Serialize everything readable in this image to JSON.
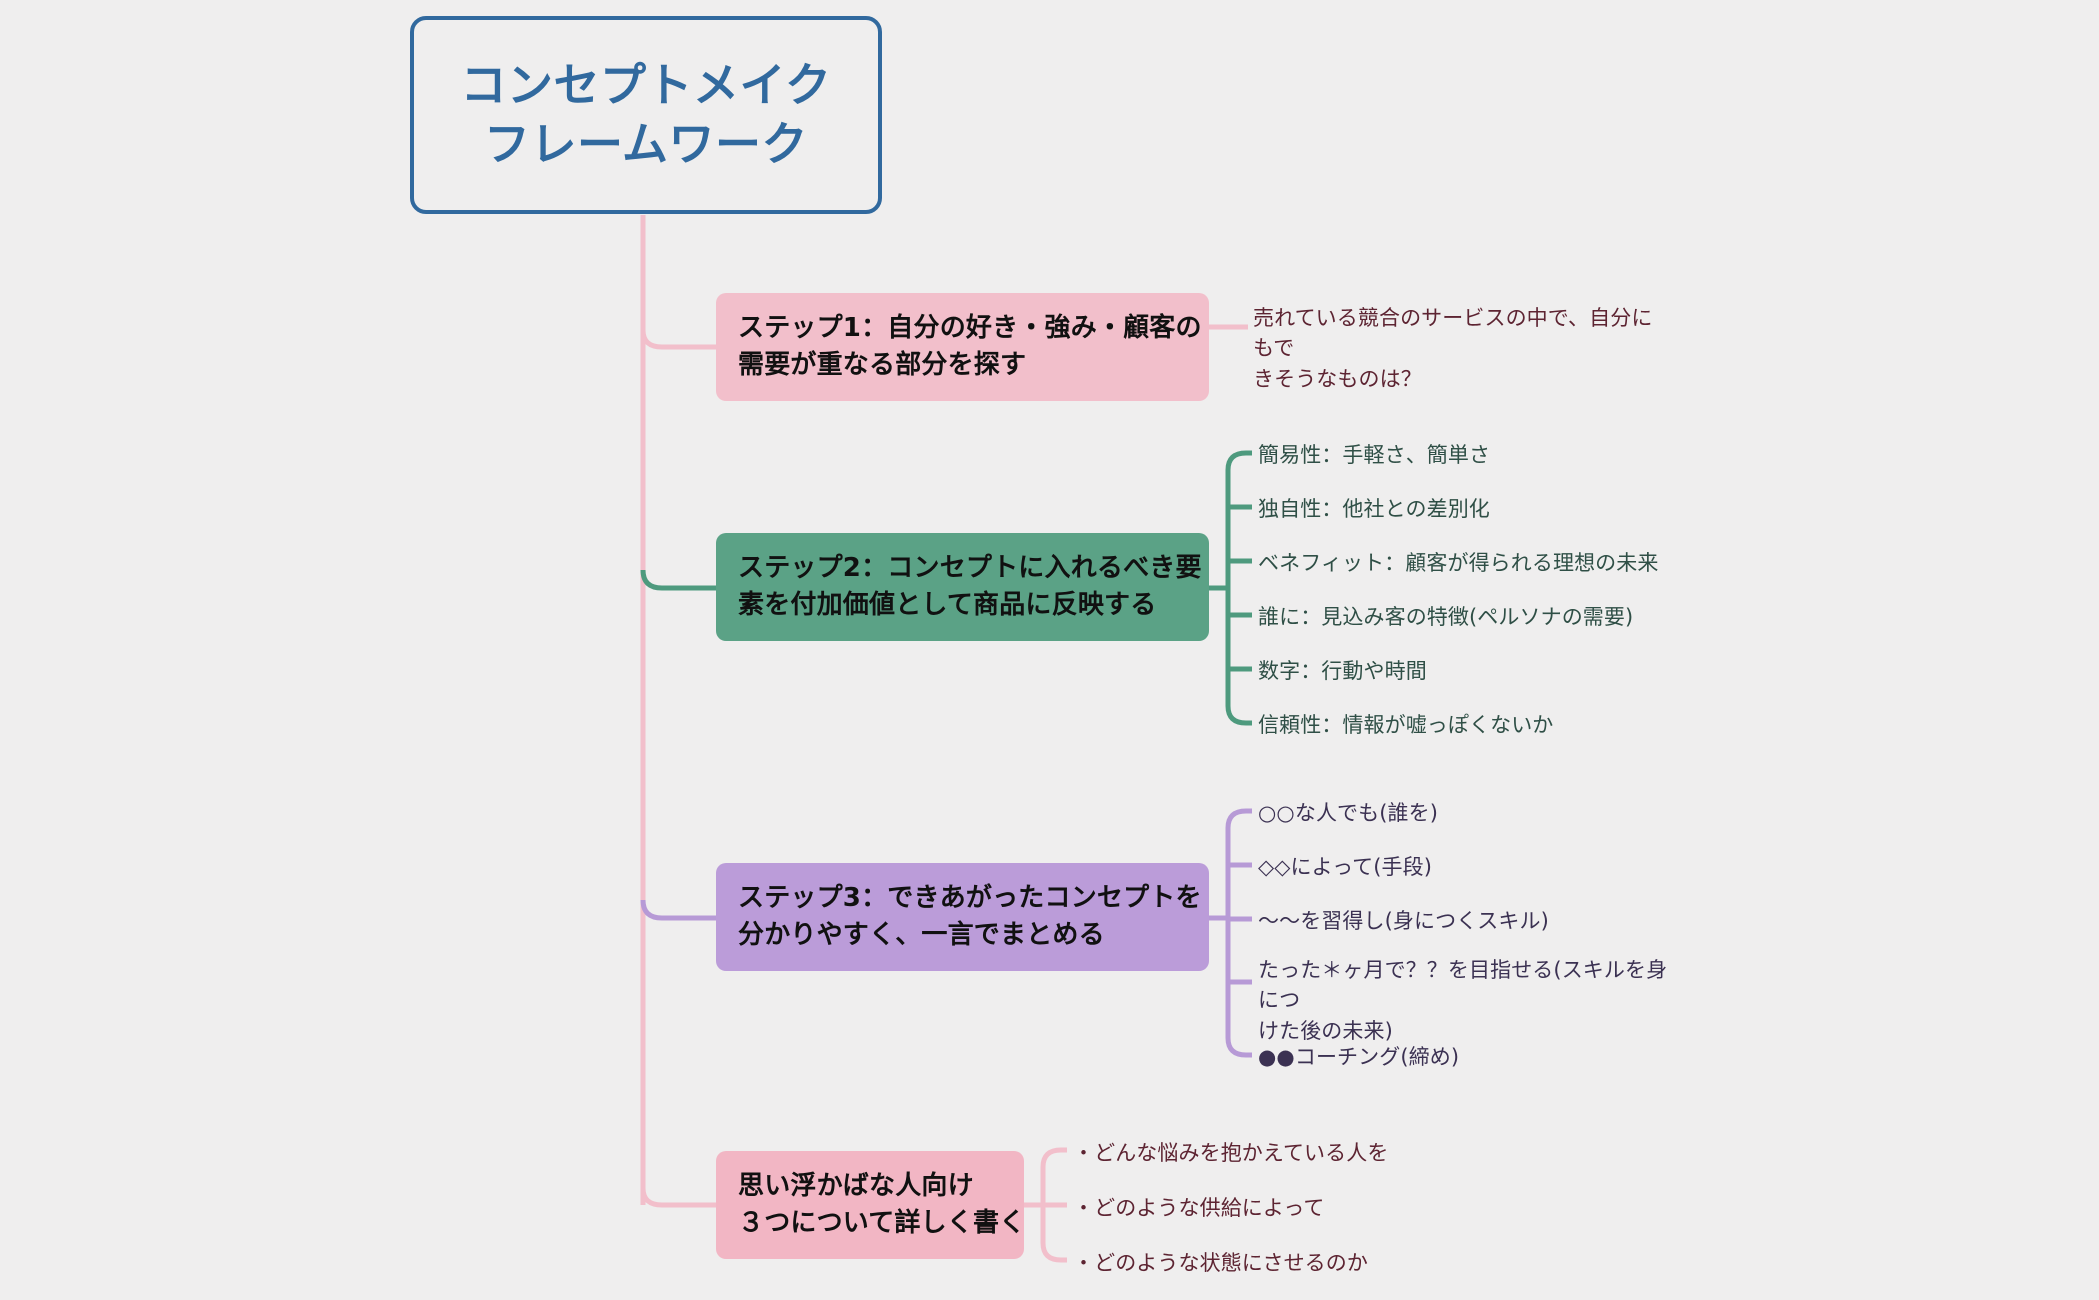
{
  "colors": {
    "background": "#efeeee",
    "root_border": "#31699e",
    "root_text": "#31699e",
    "trunk": "#f2bfcb",
    "step1_fill": "#f2bfcb",
    "step2_fill": "#5ba286",
    "step3_fill": "#bb9cd9",
    "step4_fill": "#f2b6c4",
    "step1_text": "#111111",
    "step2_text": "#111111",
    "step3_text": "#111111",
    "step4_text": "#111111",
    "green_line": "#4e9a7e",
    "purple_line": "#b79ad6",
    "rose_line": "#f2bfcb",
    "green_leaf_text": "#2f4f46",
    "purple_leaf_text": "#3b3152",
    "rose_leaf_text": "#5d2432"
  },
  "root": {
    "lines": [
      "コンセプトメイク",
      "フレームワーク"
    ]
  },
  "branches": [
    {
      "id": "step1",
      "lines": [
        "ステップ1：自分の好き・強み・顧客の",
        "需要が重なる部分を探す"
      ],
      "note": "売れている競合のサービスの中で、自分にもで\nきそうなものは？",
      "children": []
    },
    {
      "id": "step2",
      "lines": [
        "ステップ2：コンセプトに入れるべき要",
        "素を付加価値として商品に反映する"
      ],
      "note": "",
      "children": [
        "簡易性：手軽さ、簡単さ",
        "独自性：他社との差別化",
        "ベネフィット：顧客が得られる理想の未来",
        "誰に：見込み客の特徴(ペルソナの需要)",
        "数字：行動や時間",
        "信頼性：情報が嘘っぽくないか"
      ]
    },
    {
      "id": "step3",
      "lines": [
        "ステップ3：できあがったコンセプトを",
        "分かりやすく、一言でまとめる"
      ],
      "note": "",
      "children": [
        "○○な人でも(誰を)",
        "◇◇によって(手段)",
        "〜〜を習得し(身につくスキル)",
        "たった＊ヶ月で？？を目指せる(スキルを身につ\nけた後の未来)",
        "●●コーチング(締め)"
      ]
    },
    {
      "id": "step4",
      "lines": [
        "思い浮かばな人向け",
        "３つについて詳しく書く"
      ],
      "note": "",
      "children": [
        "・どんな悩みを抱かえている人を",
        "・どのような供給によって",
        "・どのような状態にさせるのか"
      ]
    }
  ]
}
